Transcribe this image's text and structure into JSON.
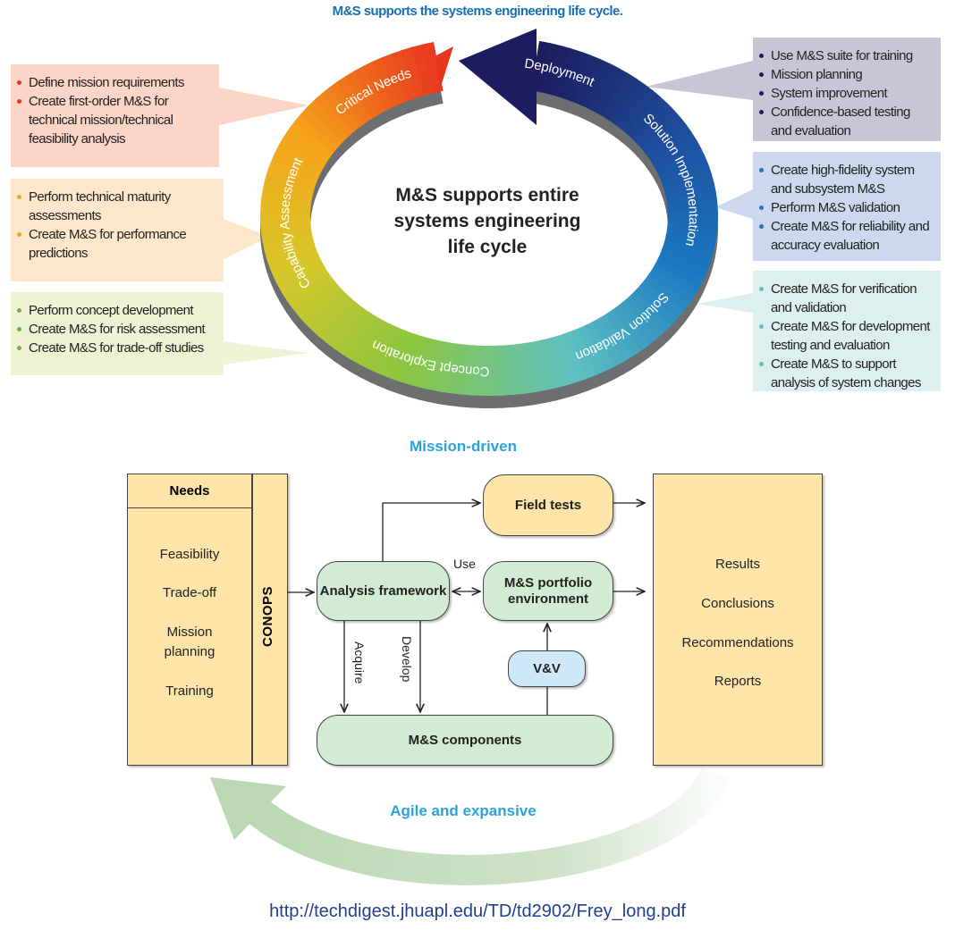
{
  "top_title": "M&S supports the systems engineering life cycle.",
  "center_text": [
    "M&S supports entire",
    "systems engineering",
    "life cycle"
  ],
  "ring": {
    "phases": [
      {
        "label": "Concept Exploration"
      },
      {
        "label": "Capability Assessment"
      },
      {
        "label": "Critical Needs"
      },
      {
        "label": "Deployment"
      },
      {
        "label": "Solution Implementation"
      },
      {
        "label": "Solution Validation"
      }
    ],
    "colors": [
      "#1c1c5e",
      "#1e4f9e",
      "#1a78c2",
      "#5fc1c0",
      "#8cc63f",
      "#d8c82a",
      "#f6a41a",
      "#e8351f"
    ],
    "shadow_color": "#6d6e70"
  },
  "callouts": {
    "left": [
      {
        "fill": "#fcd5c8",
        "bullet_color": "#e8351f",
        "bullets": [
          "Define mission requirements",
          "Create first-order M&S for technical mission/technical feasibility analysis"
        ]
      },
      {
        "fill": "#fde7cc",
        "bullet_color": "#f6a41a",
        "bullets": [
          "Perform technical maturity assessments",
          "Create M&S for performance predictions"
        ]
      },
      {
        "fill": "#eef3d5",
        "bullet_color": "#6cb33f",
        "bullets": [
          "Perform concept development",
          "Create M&S for risk assessment",
          "Create M&S for trade-off studies"
        ]
      }
    ],
    "right": [
      {
        "fill": "#c9c5d6",
        "bullet_color": "#1c1c5e",
        "bullets": [
          "Use M&S suite for training",
          "Mission planning",
          "System improvement",
          "Confidence-based testing and evaluation"
        ]
      },
      {
        "fill": "#cdd8ee",
        "bullet_color": "#1a78c2",
        "bullets": [
          "Create high-fidelity system and subsystem M&S",
          "Perform M&S validation",
          "Create M&S for reliability and accuracy evaluation"
        ]
      },
      {
        "fill": "#ddf0ee",
        "bullet_color": "#5fc1c0",
        "bullets": [
          "Create M&S for verification and validation",
          "Create M&S for development testing and evaluation",
          "Create M&S to support analysis of system changes"
        ]
      }
    ]
  },
  "flow": {
    "top_label": "Mission-driven",
    "bottom_label": "Agile and expansive",
    "needs": {
      "header": "Needs",
      "items": [
        "Feasibility",
        "Trade-off",
        "Mission planning",
        "Training"
      ],
      "side": "CONOPS"
    },
    "analysis": "Analysis framework",
    "field_tests": "Field tests",
    "portfolio": "M&S portfolio environment",
    "vv": "V&V",
    "components": "M&S components",
    "use": "Use",
    "acquire": "Acquire",
    "develop": "Develop",
    "outputs": [
      "Results",
      "Conclusions",
      "Recommendations",
      "Reports"
    ]
  },
  "source_url": "http://techdigest.jhuapl.edu/TD/td2902/Frey_long.pdf"
}
